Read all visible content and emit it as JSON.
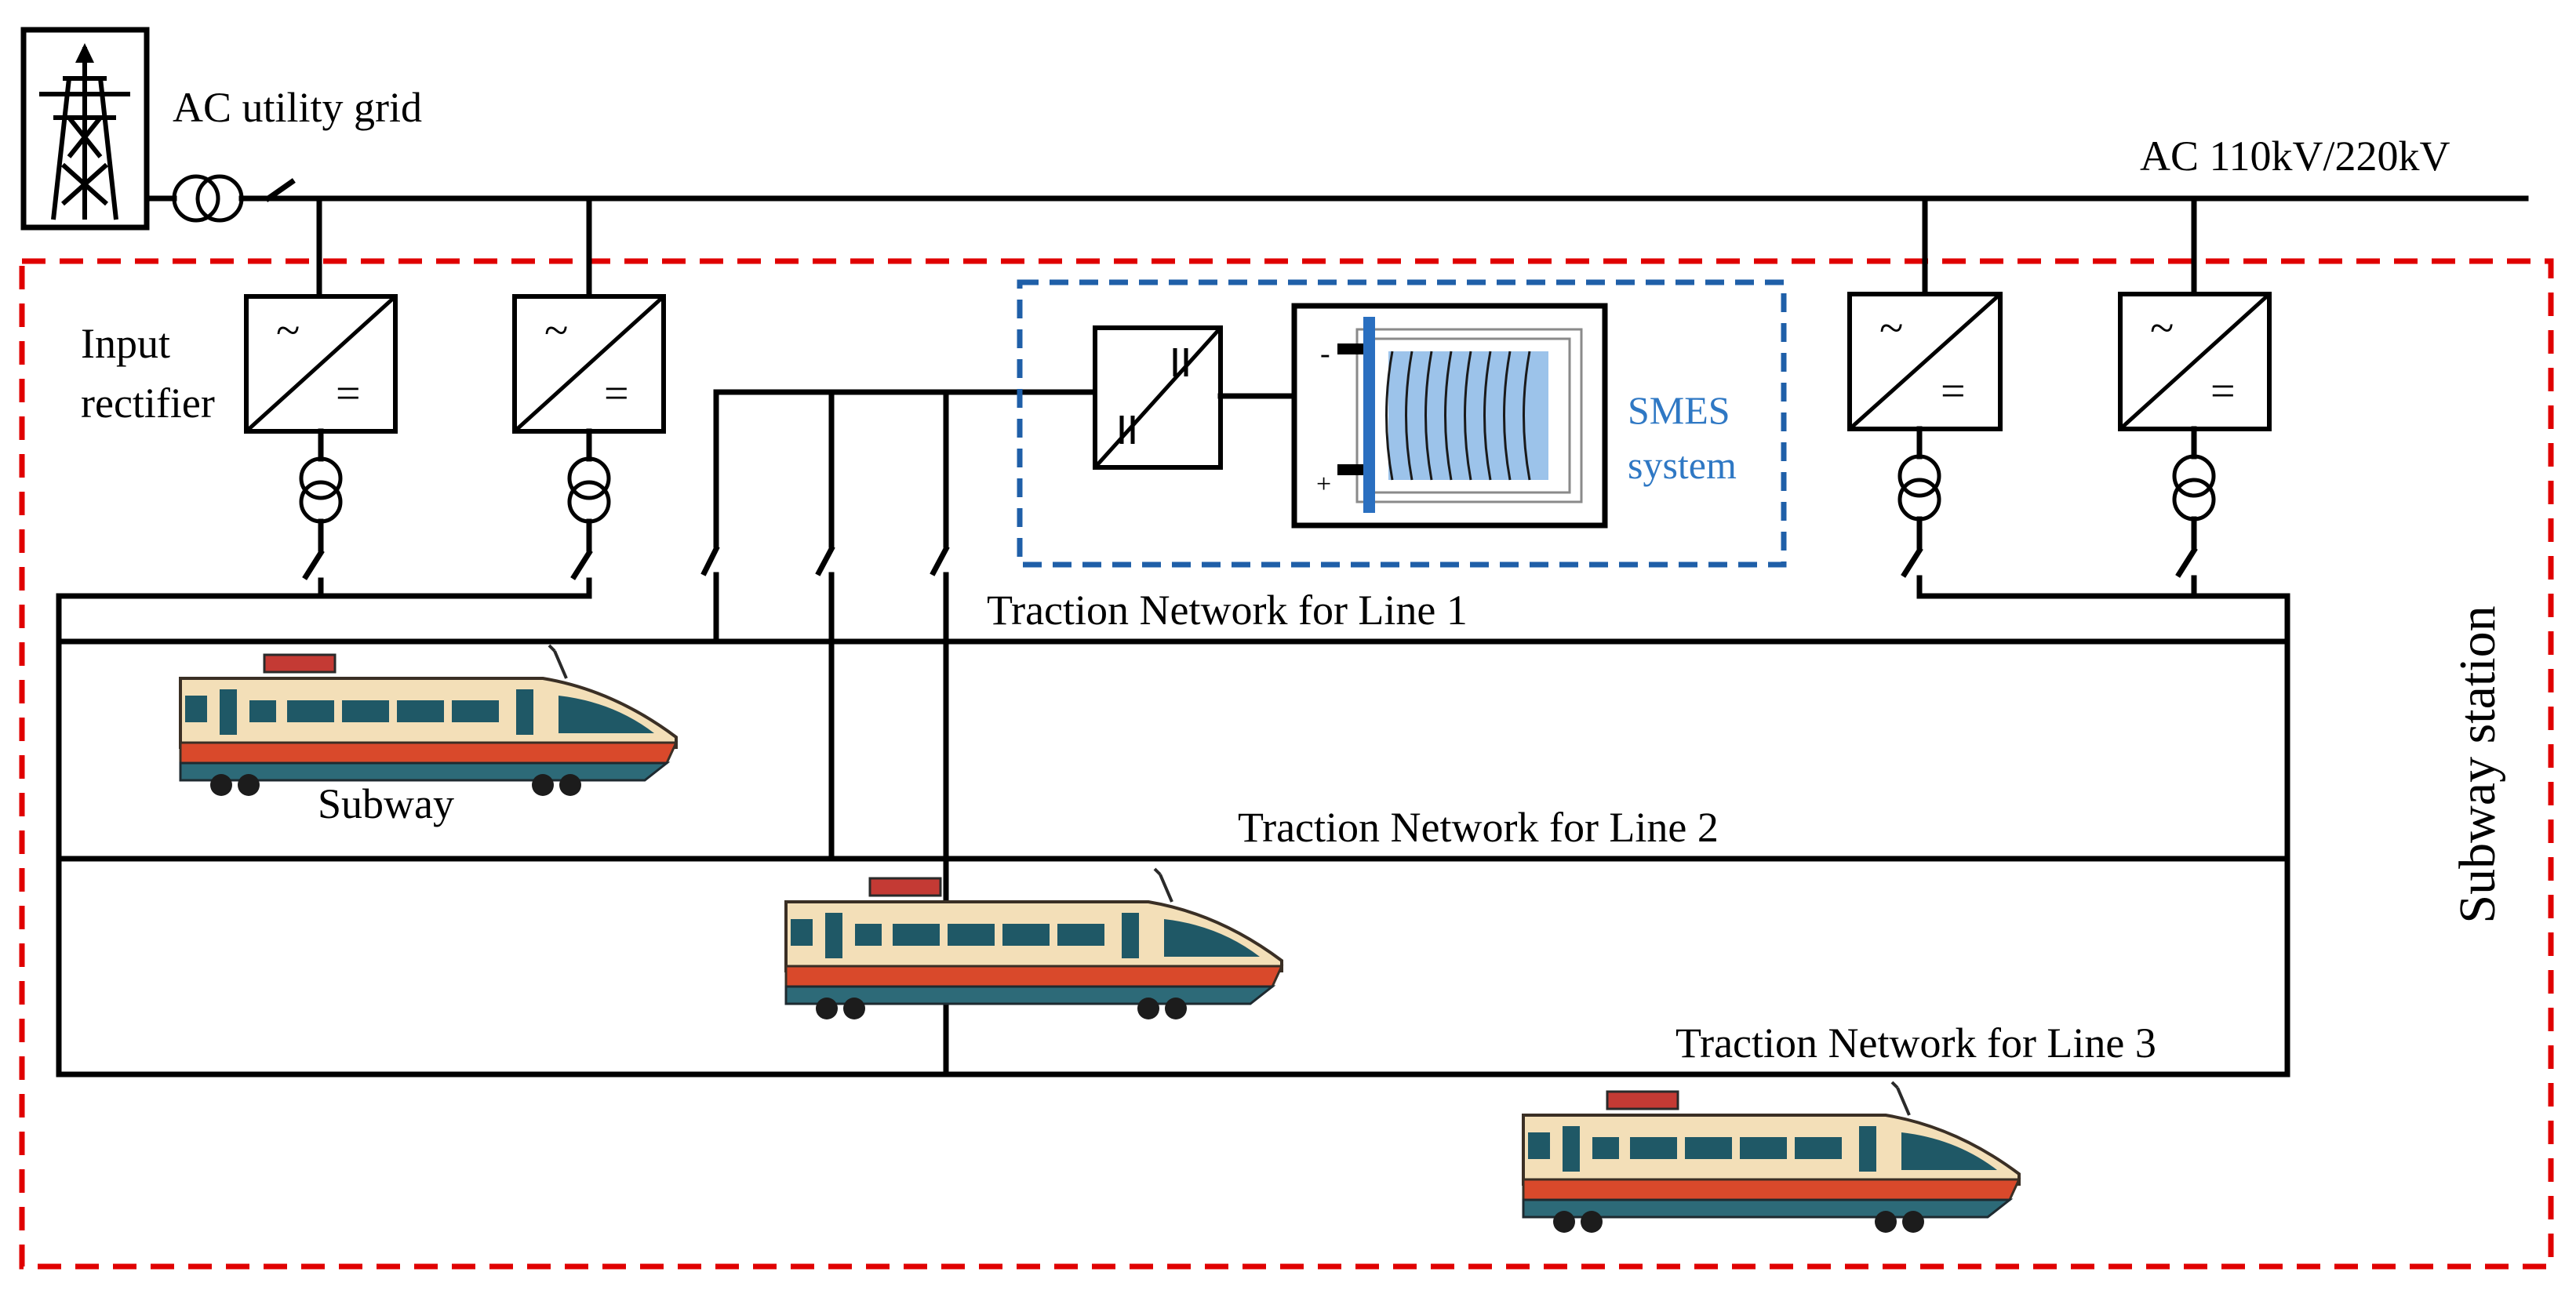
{
  "labels": {
    "grid": "AC utility grid",
    "voltage": "AC 110kV/220kV",
    "rectifier_line1": "Input",
    "rectifier_line2": "rectifier",
    "smes_line1": "SMES",
    "smes_line2": "system",
    "line1": "Traction Network for Line 1",
    "line2": "Traction Network for Line 2",
    "line3": "Traction Network for Line 3",
    "train": "Subway",
    "station": "Subway station",
    "smes_minus": "-",
    "smes_plus": "+"
  },
  "converter_symbols": {
    "ac": "~",
    "dc": "=",
    "dcdc": "||"
  },
  "colors": {
    "station_border": "#e00000",
    "smes_border": "#1f5fa8",
    "smes_text": "#2f78c4",
    "coil": "#9cc3ea",
    "coil_dark": "#2a6fc0",
    "train_body": "#f3dfb8",
    "train_stripe": "#d9492b",
    "train_window": "#1f5866",
    "train_base": "#2d6a78",
    "train_roof": "#c43a34"
  },
  "icons": [
    "transmission-tower-icon",
    "transformer-icon",
    "switch-icon",
    "rectifier-icon",
    "dcdc-converter-icon",
    "smes-coil-icon",
    "train-icon"
  ]
}
